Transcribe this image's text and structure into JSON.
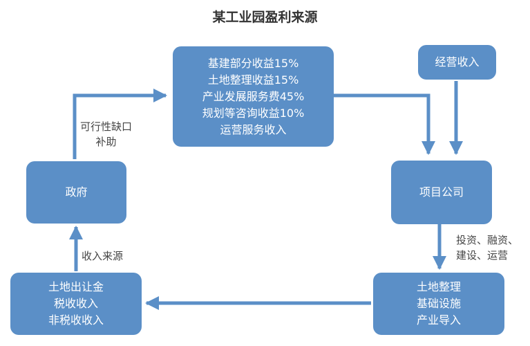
{
  "title": "某工业园盈利来源",
  "nodes": {
    "revenue": {
      "lines": [
        "基建部分收益15%",
        "土地整理收益15%",
        "产业发展服务费45%",
        "规划等咨询收益10%",
        "运营服务收入"
      ]
    },
    "operating_income": {
      "lines": [
        "经营收入"
      ]
    },
    "project_company": {
      "lines": [
        "项目公司"
      ]
    },
    "government": {
      "lines": [
        "政府"
      ]
    },
    "land_income": {
      "lines": [
        "土地出让金",
        "税收收入",
        "非税收收入"
      ]
    },
    "land_dev": {
      "lines": [
        "土地整理",
        "基础设施",
        "产业导入"
      ]
    }
  },
  "edge_labels": {
    "gov_to_revenue": [
      "可行性缺口",
      "补助"
    ],
    "income_to_gov": [
      "收入来源"
    ],
    "company_to_dev": [
      "投资、融资、",
      "建设、运营"
    ]
  },
  "colors": {
    "box_fill": "#5b8fc7",
    "arrow": "#5b8fc7",
    "box_text": "#ffffff"
  }
}
